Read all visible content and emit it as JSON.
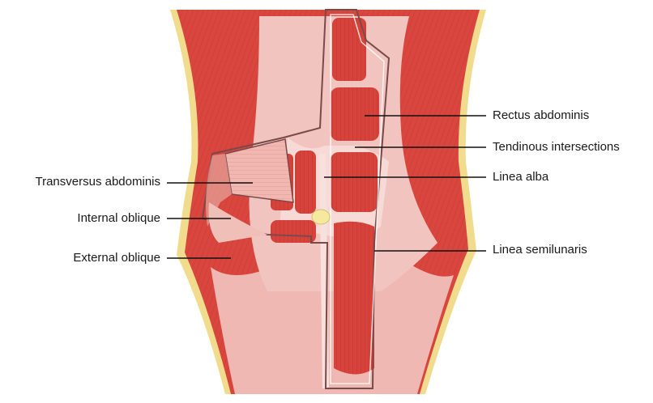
{
  "labels": {
    "left": {
      "transversus": "Transversus abdominis",
      "internal_oblique": "Internal oblique",
      "external_oblique": "External oblique"
    },
    "right": {
      "rectus": "Rectus abdominis",
      "tendinous": "Tendinous intersections",
      "linea_alba": "Linea alba",
      "linea_semilunaris": "Linea semilunaris"
    }
  },
  "colors": {
    "muscle": "#d9463e",
    "muscle_dark": "#b8302b",
    "fascia": "#f2c4bf",
    "fascia_light": "#f8e0dc",
    "skin_edge": "#f0dc8c",
    "navel": "#f5e9a0",
    "outline": "#7a4a4a"
  }
}
